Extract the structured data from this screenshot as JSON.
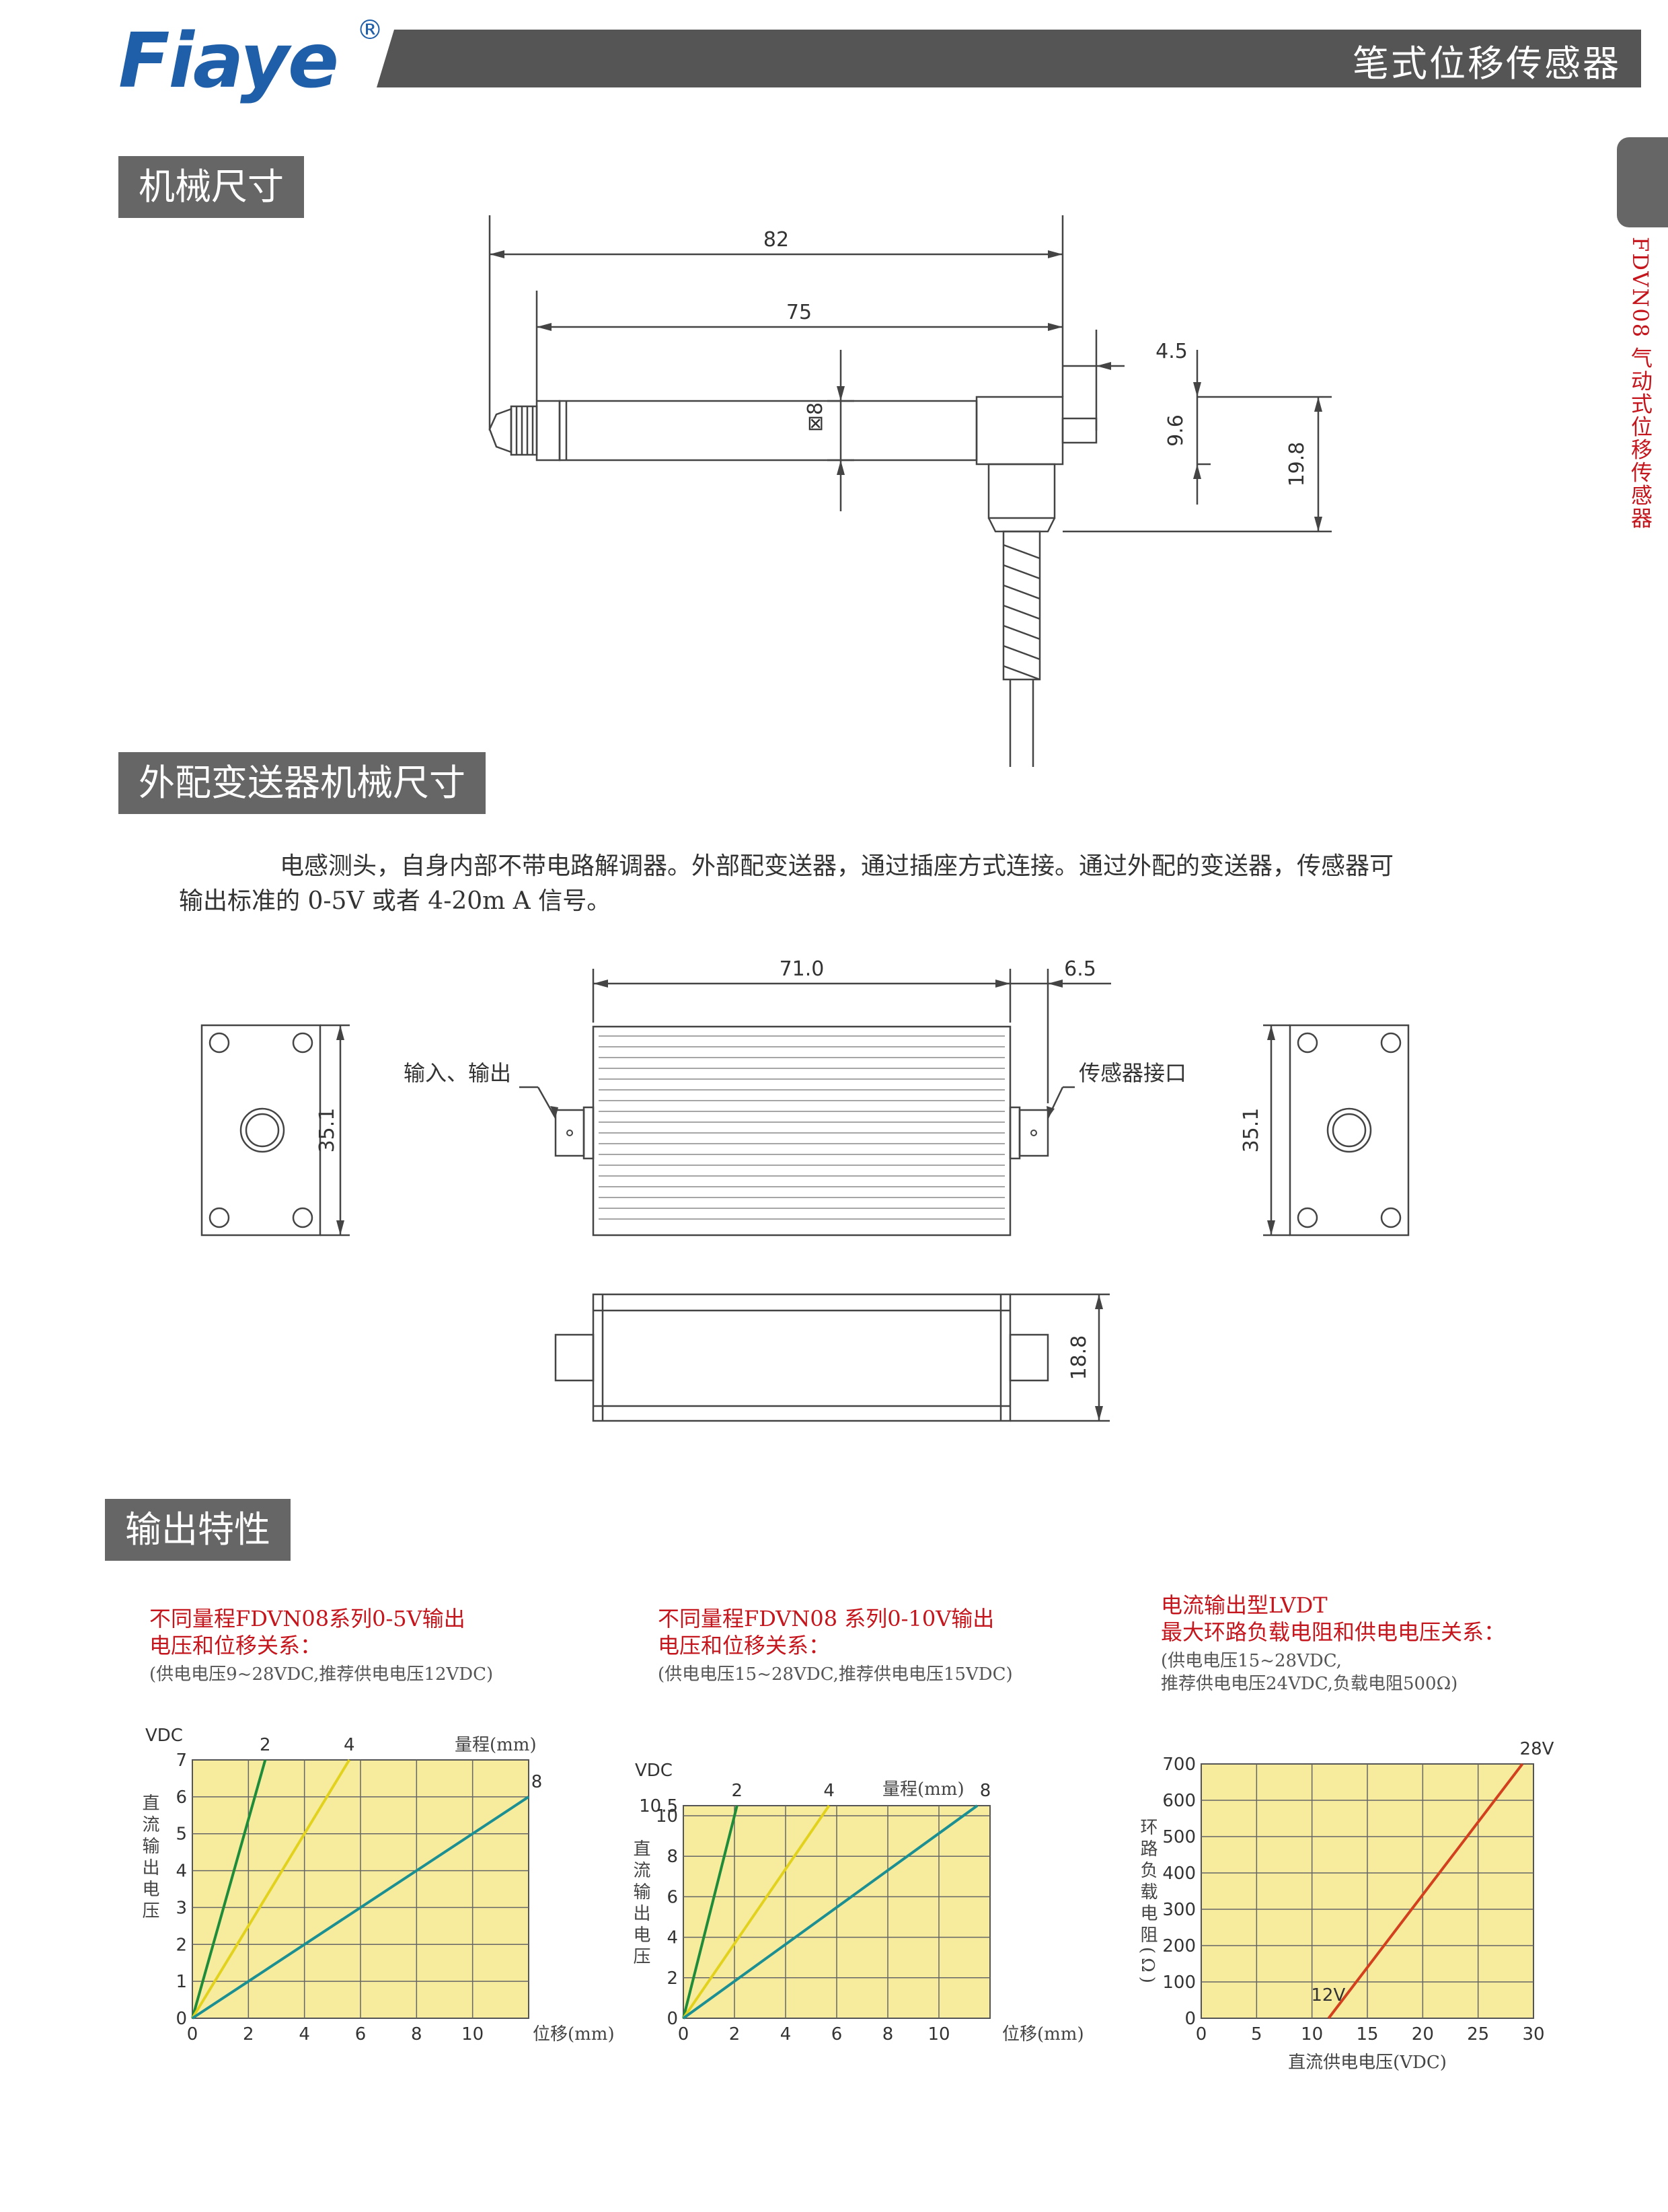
{
  "header": {
    "logo_text": "Fiaye",
    "logo_reg": "®",
    "title": "笔式位移传感器"
  },
  "side_tab": {
    "text": "FDVN08 气动式位移传感器"
  },
  "sections": {
    "mechanical": "机械尺寸",
    "transmitter": "外配变送器机械尺寸",
    "output": "输出特性"
  },
  "mech_dims": {
    "total": "82",
    "body": "75",
    "tip": "4.5",
    "diameter": "⊠8",
    "h1": "9.6",
    "h2": "19.8"
  },
  "intro": {
    "line1": "电感测头，自身内部不带电路解调器。外部配变送器，通过插座方式连接。通过外配的变送器，传感器可",
    "line2": "输出标准的 0-5V 或者 4-20m  A 信号。"
  },
  "trans_dims": {
    "length": "71.0",
    "connector": "6.5",
    "height": "35.1",
    "depth": "18.8",
    "label_io": "输入、输出",
    "label_sensor": "传感器接口"
  },
  "charts_text": [
    {
      "title1": "不同量程FDVN08系列0-5V输出",
      "title2": "电压和位移关系：",
      "note1": "(供电电压9~28VDC,推荐供电电压12VDC)",
      "note2": ""
    },
    {
      "title1": "不同量程FDVN08    系列0-10V输出",
      "title2": "电压和位移关系：",
      "note1": "(供电电压15~28VDC,推荐供电电压15VDC)",
      "note2": ""
    },
    {
      "title1": "电流输出型LVDT",
      "title2": "最大环路负载电阻和供电电压关系：",
      "note1": "(供电电压15~28VDC,",
      "note2": "推荐供电电压24VDC,负载电阻500Ω)"
    }
  ],
  "chart_data": [
    {
      "type": "line",
      "ylabel_unit": "VDC",
      "ylabel": "直流输出电压",
      "xlabel": "位移(mm)",
      "range_label": "量程(mm)",
      "xlim": [
        0,
        12
      ],
      "ylim": [
        0,
        7
      ],
      "xticks": [
        0,
        2,
        4,
        6,
        8,
        10
      ],
      "yticks": [
        0,
        1,
        2,
        3,
        4,
        5,
        6,
        7
      ],
      "grid": true,
      "bg": "#f7ec9e",
      "series": [
        {
          "name": "2",
          "color": "#1e8c3a",
          "x": [
            0,
            2.6
          ],
          "y": [
            0,
            7
          ]
        },
        {
          "name": "4",
          "color": "#e2d21e",
          "x": [
            0,
            5.6
          ],
          "y": [
            0,
            7
          ]
        },
        {
          "name": "8",
          "color": "#1c8f93",
          "x": [
            0,
            12
          ],
          "y": [
            0,
            6
          ]
        }
      ]
    },
    {
      "type": "line",
      "ylabel_unit": "VDC",
      "ylabel": "直流输出电压",
      "xlabel": "位移(mm)",
      "range_label": "量程(mm)",
      "xlim": [
        0,
        12
      ],
      "ylim": [
        0,
        10.5
      ],
      "xticks": [
        0,
        2,
        4,
        6,
        8,
        10
      ],
      "yticks": [
        0,
        2,
        4,
        6,
        8,
        10,
        10.5
      ],
      "grid": true,
      "bg": "#f7ec9e",
      "series": [
        {
          "name": "2",
          "color": "#1e8c3a",
          "x": [
            0,
            2.1
          ],
          "y": [
            0,
            10.5
          ]
        },
        {
          "name": "4",
          "color": "#e2d21e",
          "x": [
            0,
            5.7
          ],
          "y": [
            0,
            10.5
          ]
        },
        {
          "name": "8",
          "color": "#1c8f93",
          "x": [
            0,
            11.5
          ],
          "y": [
            0,
            10.5
          ]
        }
      ]
    },
    {
      "type": "line",
      "ylabel": "环路负载电阻(Ω)",
      "xlabel": "直流供电电压(VDC)",
      "xlim": [
        0,
        30
      ],
      "ylim": [
        0,
        700
      ],
      "xticks": [
        0,
        5,
        10,
        15,
        20,
        25,
        30
      ],
      "yticks": [
        0,
        100,
        200,
        300,
        400,
        500,
        600,
        700
      ],
      "grid": true,
      "bg": "#f7ec9e",
      "series": [
        {
          "name": "",
          "color": "#d2401e",
          "x": [
            11.5,
            29
          ],
          "y": [
            0,
            700
          ]
        }
      ],
      "annotations": [
        {
          "text": "12V",
          "x": 11.5,
          "y": 0
        },
        {
          "text": "28V",
          "x": 29,
          "y": 700
        }
      ]
    }
  ]
}
